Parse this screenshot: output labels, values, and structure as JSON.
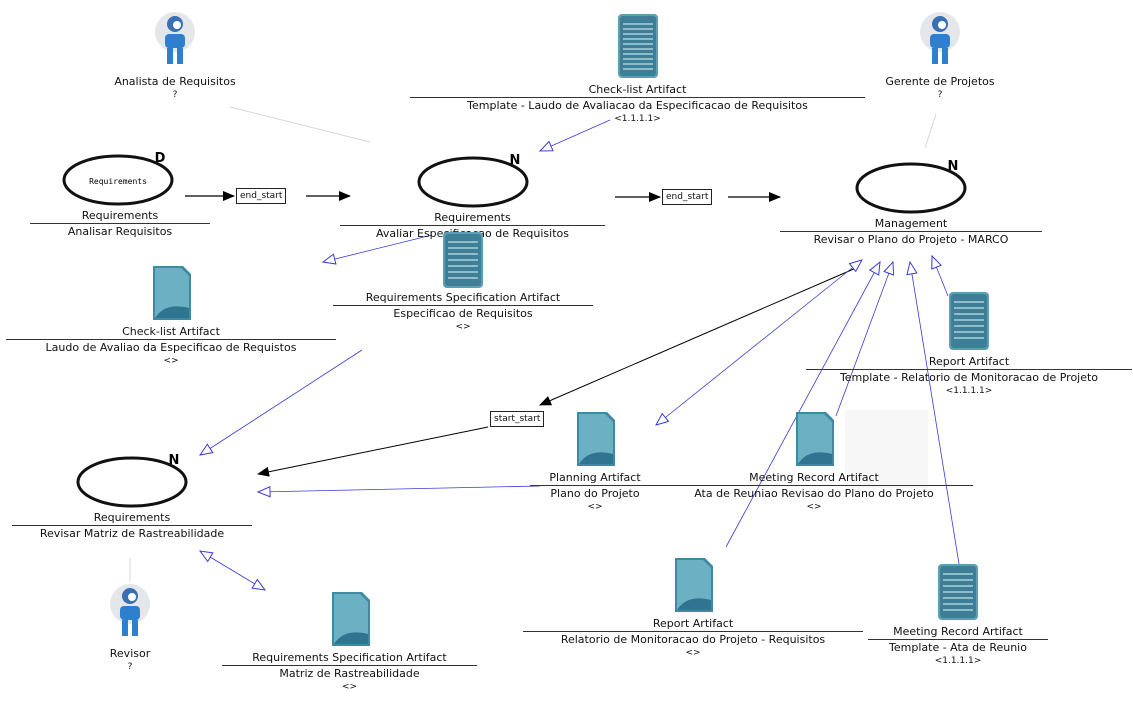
{
  "roles": [
    {
      "id": "analista",
      "name": "Analista de Requisitos",
      "mult": "?"
    },
    {
      "id": "gerente",
      "name": "Gerente de Projetos",
      "mult": "?"
    },
    {
      "id": "revisor",
      "name": "Revisor",
      "mult": "?"
    }
  ],
  "activities": [
    {
      "id": "act1",
      "marker": "D",
      "inner_text": "Requirements",
      "discipline": "Requirements",
      "name": "Analisar Requisitos"
    },
    {
      "id": "act2",
      "marker": "N",
      "inner_text": "",
      "discipline": "Requirements",
      "name": "Avaliar Especificacao de Requisitos"
    },
    {
      "id": "act3",
      "marker": "N",
      "inner_text": "",
      "discipline": "Management",
      "name": "Revisar o Plano do Projeto - MARCO"
    },
    {
      "id": "act4",
      "marker": "N",
      "inner_text": "",
      "discipline": "Requirements",
      "name": "Revisar Matriz de Rastreabilidade"
    }
  ],
  "artifacts": [
    {
      "id": "art1",
      "type": "Check-list Artifact",
      "name": "Template - Laudo de Avaliacao da Especificacao de Requisitos",
      "version": "<1.1.1.1>"
    },
    {
      "id": "art2",
      "type": "Check-list Artifact",
      "name": "Laudo de Avaliao da Especificao de Requistos",
      "version": "<>"
    },
    {
      "id": "art3",
      "type": "Requirements Specification Artifact",
      "name": "Especificao de Requisitos",
      "version": "<>"
    },
    {
      "id": "art4",
      "type": "Report Artifact",
      "name": "Template - Relatorio de Monitoracao de Projeto",
      "version": "<1.1.1.1>"
    },
    {
      "id": "art5",
      "type": "Planning Artifact",
      "name": "Plano do Projeto",
      "version": "<>"
    },
    {
      "id": "art6",
      "type": "Meeting Record Artifact",
      "name": "Ata de Reuniao Revisao do Plano do Projeto",
      "version": "<>"
    },
    {
      "id": "art7",
      "type": "Report Artifact",
      "name": "Relatorio de Monitoracao do Projeto - Requisitos",
      "version": "<>"
    },
    {
      "id": "art8",
      "type": "Meeting Record Artifact",
      "name": "Template - Ata de Reunio",
      "version": "<1.1.1.1>"
    },
    {
      "id": "art9",
      "type": "Requirements Specification Artifact",
      "name": "Matriz de Rastreabilidade",
      "version": "<>"
    }
  ],
  "connectors": [
    {
      "id": "c1",
      "label": "end_start"
    },
    {
      "id": "c2",
      "label": "end_start"
    },
    {
      "id": "c3",
      "label": "start_start"
    }
  ],
  "colors": {
    "dependency": "#3b3bd8",
    "flow": "#000000",
    "role_body": "#2f7fcf",
    "artifact_teal": "#2f7f9a"
  }
}
